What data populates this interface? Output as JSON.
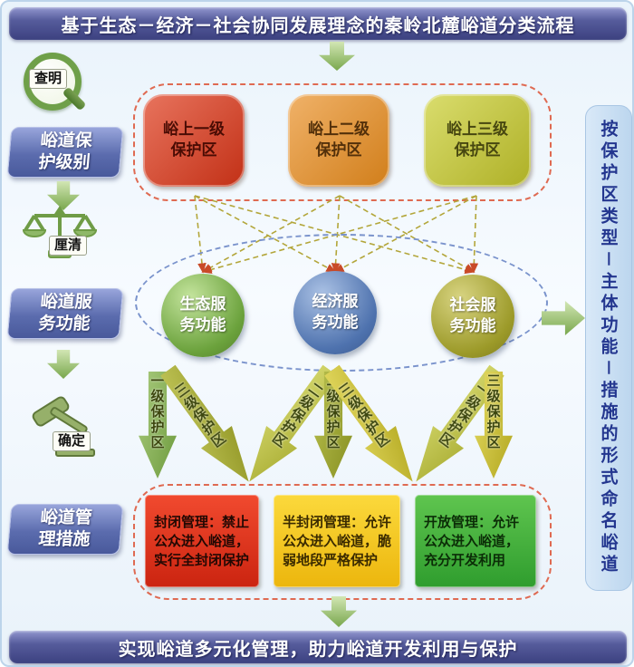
{
  "banner": {
    "title": "基于生态－经济－社会协同发展理念的秦岭北麓峪道分类流程"
  },
  "footer": {
    "text": "实现峪道多元化管理，助力峪道开发利用与保护"
  },
  "side": {
    "vertical_text": "按保护区类型－主体功能－措施的形式命名峪道"
  },
  "steps": [
    {
      "verb": "查明",
      "label": "峪道保护级别"
    },
    {
      "verb": "厘清",
      "label": "峪道服务功能"
    },
    {
      "verb": "确定",
      "label": "峪道管理措施"
    }
  ],
  "protection_zones": [
    {
      "label": "峪上一级保护区"
    },
    {
      "label": "峪上二级保护区"
    },
    {
      "label": "峪上三级保护区"
    }
  ],
  "service_functions": [
    {
      "label": "生态服务功能"
    },
    {
      "label": "经济服务功能"
    },
    {
      "label": "社会服务功能"
    }
  ],
  "level_arrows": [
    {
      "label": "一级保护区"
    },
    {
      "label": "三级保护区"
    },
    {
      "label": "二级保护区"
    },
    {
      "label": "二级保护区"
    },
    {
      "label": "三级保护区"
    },
    {
      "label": "一级保护区"
    },
    {
      "label": "三级保护区"
    }
  ],
  "management_measures": [
    {
      "label": "封闭管理：禁止公众进入峪道，实行全封闭保护"
    },
    {
      "label": "半封闭管理：允许公众进入峪道，脆弱地段严格保护"
    },
    {
      "label": "开放管理：允许公众进入峪道，充分开发利用"
    }
  ],
  "colors": {
    "banner_blue": "#454a86",
    "step_blue": "#5b6cae",
    "arrow_green": "#79a74d",
    "zone_red": "#c9391f",
    "zone_orange": "#d98a22",
    "zone_yellow": "#b0b228",
    "sphere_green": "#6ba23c",
    "sphere_blue": "#4e72ae",
    "sphere_olive": "#9c9a29",
    "mgmt_red": "#d92c12",
    "mgmt_yellow": "#f3c519",
    "mgmt_green": "#3aa834",
    "dashed_red": "#df6a52",
    "dashed_blue": "#7a93cc",
    "connector_olive": "#b3a63a"
  }
}
